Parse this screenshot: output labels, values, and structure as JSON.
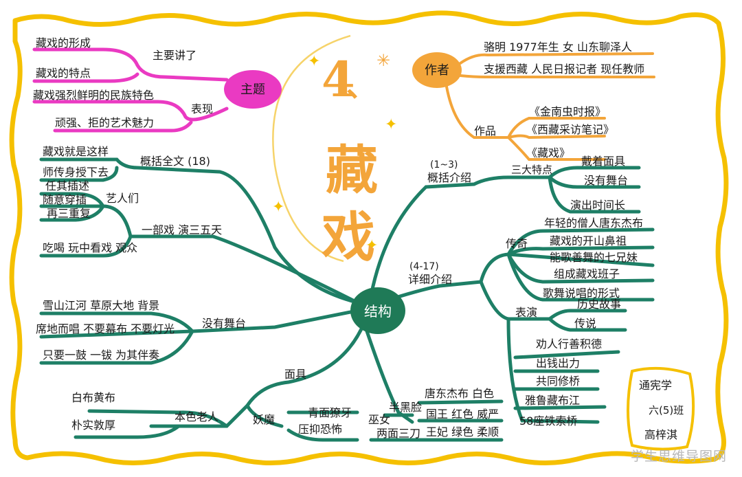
{
  "title": "4、藏戏",
  "center": "结构",
  "theme": {
    "label": "主题",
    "sub_main": "主要讲了",
    "sub_show": "表现",
    "items": [
      "藏戏的形成",
      "藏戏的特点",
      "藏戏强烈鲜明的民族特色",
      "顽强、拒的艺术魅力"
    ]
  },
  "author": {
    "label": "作者",
    "line1": "骆明   1977年生  女   山东聊泽人",
    "line2": "支援西藏   人民日报记者   现任教师",
    "works_label": "作品",
    "works": [
      "《金南虫时报》",
      "《西藏采访笔记》",
      "《藏戏》"
    ]
  },
  "left": {
    "overview_label": "概括全文 (18)",
    "overview_items": [
      "藏戏就是这样",
      "师传身授下去"
    ],
    "yibu_label": "一部戏 演三五天",
    "artists_label": "艺人们",
    "artists_items": [
      "任其插述",
      "随意穿插",
      "再三重复"
    ],
    "eat_item": "吃喝 玩中看戏  观众",
    "stage_label": "没有舞台",
    "stage_items": [
      "雪山江河   草原大地  背景",
      "席地而唱   不要幕布   不要灯光",
      "只要一鼓     一钹    为其伴奏"
    ]
  },
  "right": {
    "intro_label": "概括介绍",
    "intro_range": "(1~3)",
    "features_label": "三大特点",
    "features": [
      "戴着面具",
      "没有舞台",
      "演出时间长"
    ],
    "detail_label": "详细介绍",
    "detail_range": "(4-17)",
    "legend_label": "传奇",
    "legend_items": [
      "年轻的僧人唐东杰布",
      "藏戏的开山鼻祖",
      "能歌善舞的七兄妹",
      "组成藏戏班子",
      "歌舞说唱的形式"
    ],
    "perform_label": "表演",
    "perform_items": [
      "历史故事",
      "传说"
    ],
    "bridge_items": [
      "劝人行善积德",
      "出钱出力",
      "共同修桥",
      "雅鲁藏布江",
      "58座铁索桥"
    ]
  },
  "mask": {
    "label": "面具",
    "demon_label": "妖魔",
    "demon_items": [
      "青面獠牙",
      "压抑恐怖"
    ],
    "fairy_label": "巫女",
    "fairy_items": [
      "半黑脸",
      "两面三刀"
    ],
    "old_label": "本色老人",
    "old_items": [
      "白布黄布",
      "朴实敦厚"
    ],
    "tang_items": [
      "唐东杰布  白色",
      "国王  红色  威严",
      "王妃  绿色  柔顺"
    ]
  },
  "school": {
    "name": "通宪学",
    "class": "六(5)班",
    "student": "高梓淇"
  },
  "watermark": "学生思维导图网",
  "colors": {
    "border": "#f5c000",
    "green": "#1e7f66",
    "pink": "#ea3ac2",
    "orange": "#f3a53a",
    "center": "#1f7a57"
  }
}
